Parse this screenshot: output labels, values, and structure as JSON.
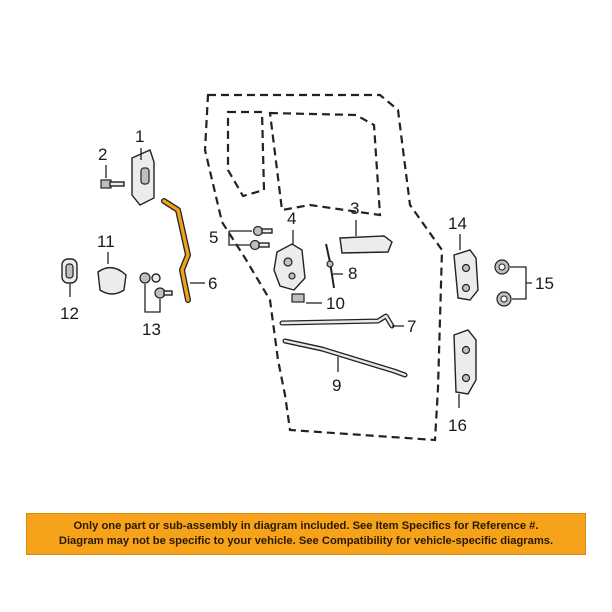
{
  "callouts": {
    "c1": "1",
    "c2": "2",
    "c3": "3",
    "c4": "4",
    "c5": "5",
    "c6": "6",
    "c7": "7",
    "c8": "8",
    "c9": "9",
    "c10": "10",
    "c11": "11",
    "c12": "12",
    "c13": "13",
    "c14": "14",
    "c15": "15",
    "c16": "16"
  },
  "highlight_color": "#f0a31a",
  "banner": {
    "line1": "Only one part or sub-assembly in diagram included. See Item Specifics for Reference #.",
    "line2": "Diagram may not be specific to your vehicle. See Compatibility for vehicle-specific diagrams.",
    "color": "#f7a21b"
  }
}
